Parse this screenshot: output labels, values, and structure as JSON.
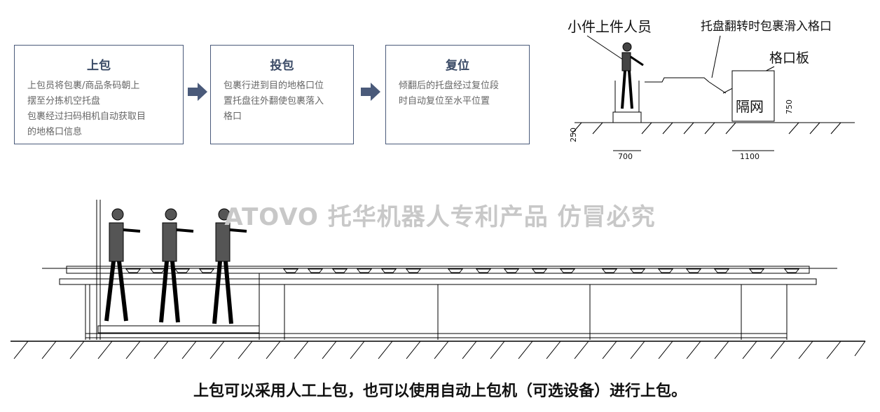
{
  "steps": [
    {
      "title": "上包",
      "desc": [
        "上包员将包裹/商品条码朝上",
        "摆至分拣机空托盘",
        "包裹经过扫码相机自动获取目",
        "的地格口信息"
      ]
    },
    {
      "title": "投包",
      "desc": [
        "包裹行进到目的地格口位",
        "置托盘往外翻使包裹落入",
        "格口"
      ]
    },
    {
      "title": "复位",
      "desc": [
        "倾翻后的托盘经过复位段",
        "时自动复位至水平位置"
      ]
    }
  ],
  "side_view": {
    "label_operator": "小件上件人员",
    "label_slide": "托盘翻转时包裹滑入格口",
    "label_chute_board": "格口板",
    "label_net": "隔网",
    "dim_platform_height": "250",
    "dim_platform_width": "700",
    "dim_net_height": "750",
    "dim_net_width": "1100"
  },
  "front_view": {
    "watermark": "ATOVO 托华机器人专利产品 仿冒必究"
  },
  "caption": "上包可以采用人工上包，也可以使用自动上包机（可选设备）进行上包。",
  "colors": {
    "box_border": "#4a5a7a",
    "arrow": "#4a5a7a",
    "watermark": "#c8c8c8"
  }
}
